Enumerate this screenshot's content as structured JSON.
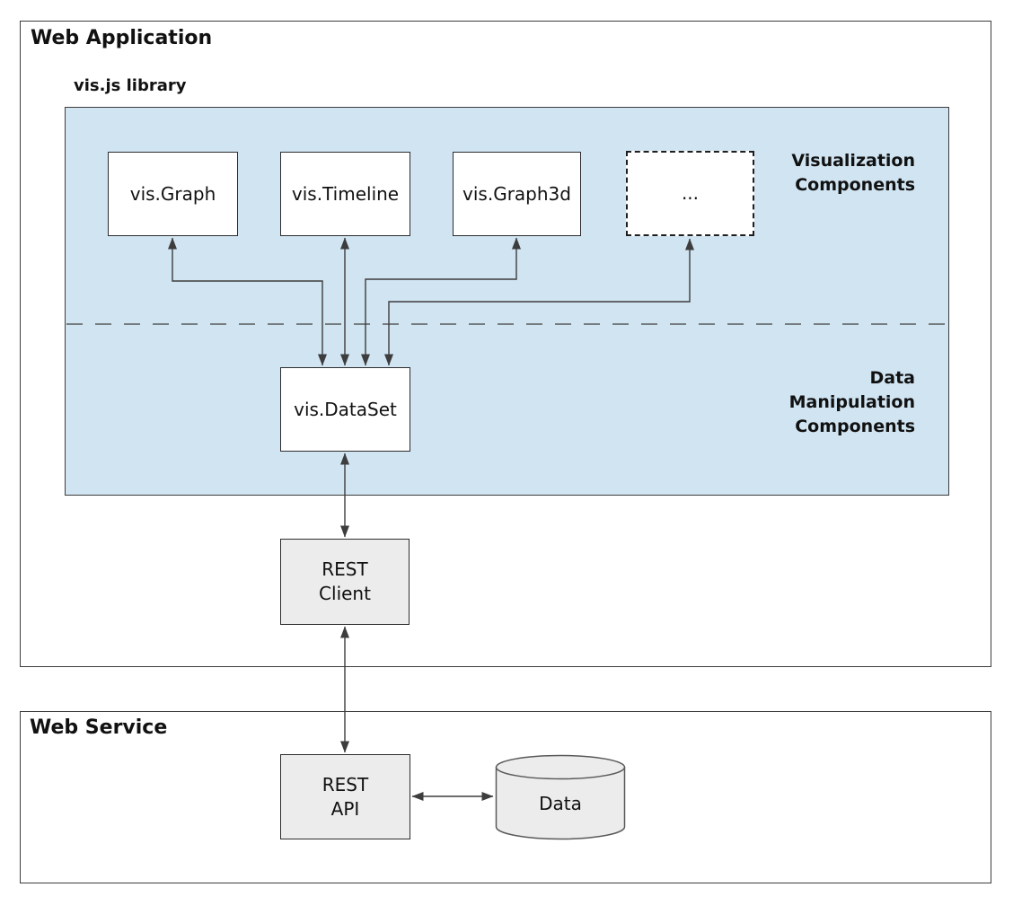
{
  "web_application": {
    "title": "Web Application",
    "library_label": "vis.js library",
    "section_labels": {
      "visualization": "Visualization\nComponents",
      "data_manipulation": "Data\nManipulation\nComponents"
    },
    "nodes": {
      "graph": "vis.Graph",
      "timeline": "vis.Timeline",
      "graph3d": "vis.Graph3d",
      "more": "...",
      "dataset": "vis.DataSet",
      "rest_client": "REST\nClient"
    }
  },
  "web_service": {
    "title": "Web Service",
    "nodes": {
      "rest_api": "REST\nAPI",
      "data_store": "Data"
    }
  },
  "colors": {
    "panel_blue": "#d0e4f2",
    "node_gray": "#ececec",
    "node_white": "#ffffff",
    "connector": "#3d3d3d",
    "border_dark": "#2d2d2d"
  }
}
